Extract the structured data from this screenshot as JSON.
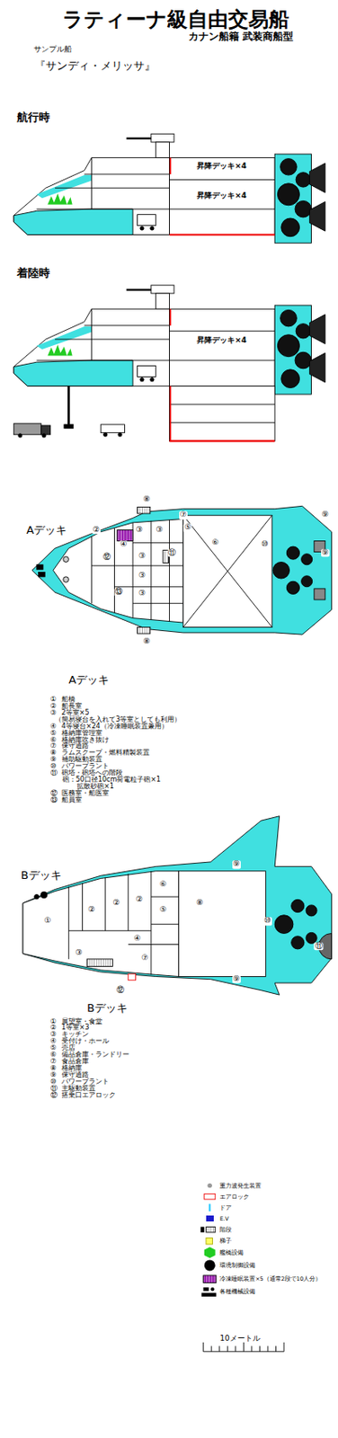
{
  "diagram": {
    "title": "ラティーナ級自由交易船",
    "labels": [
      "カナン船籍 武装商船型",
      "サンプル船",
      "『サンディ・メリッサ』",
      "航行時",
      "昇降デッキ×4",
      "昇降デッキ×4",
      "着陸時",
      "昇降デッキ×4",
      "Aデッキ",
      "⑧",
      "⑦",
      "②",
      "④",
      "③",
      "③",
      "⑤",
      "⑫",
      "③",
      "⑪",
      "⑥",
      "⑩",
      "⑨",
      "⑨",
      "③",
      "⑬",
      "③",
      "⑧",
      "Aデッキ",
      "①",
      "船橋",
      "②",
      "船長室",
      "③",
      "2等室×5",
      "（簡易寝台を入れて3等室としても利用）",
      "④",
      "4等寝台×24（冷凍睡眠装置兼用）",
      "⑤",
      "格納庫管理室",
      "⑥",
      "格納庫吹き抜け",
      "⑦",
      "保守通路",
      "⑧",
      "ラムスクープ・燃料精製装置",
      "⑨",
      "補助駆動装置",
      "⑩",
      "パワープラント",
      "⑪",
      "砲塔・砲塔への階段",
      "砲：50口径10cm荷電粒子砲×1",
      "拡散砂砲×1",
      "⑫",
      "医務室・船医室",
      "⑬",
      "船員室",
      "Bデッキ",
      "①",
      "②",
      "②",
      "②",
      "⑥",
      "⑤",
      "④",
      "③",
      "⑦",
      "⑧",
      "⑨",
      "⑨",
      "⑩",
      "⑪",
      "⑫",
      "Bデッキ",
      "①",
      "展望室・食堂",
      "②",
      "1等室×3",
      "③",
      "キッチン",
      "④",
      "受付け・ホール",
      "⑤",
      "売店",
      "⑥",
      "備品倉庫・ランドリー",
      "⑦",
      "食品倉庫",
      "⑧",
      "格納庫",
      "⑨",
      "保守通路",
      "⑩",
      "パワープラント",
      "⑪",
      "主駆動装置",
      "⑫",
      "搭乗口エアロック",
      "10メートル"
    ],
    "legend": [
      {
        "text": "重力波発生装置"
      },
      {
        "text": "エアロック"
      },
      {
        "text": "ドア"
      },
      {
        "text": "E.V",
        "color": "#1a1acc"
      },
      {
        "text": "階段"
      },
      {
        "text": "梯子"
      },
      {
        "text": "艦橋設備"
      },
      {
        "text": "環境制御設備"
      },
      {
        "text": "冷凍睡眠装置×5（通常2段で10人分）"
      },
      {
        "text": "各種機械設備"
      }
    ]
  }
}
